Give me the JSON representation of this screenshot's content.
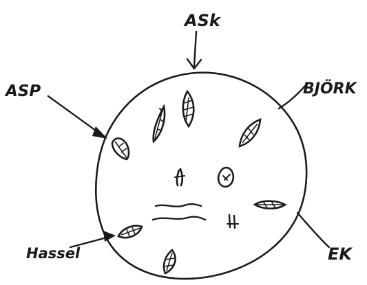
{
  "labels": {
    "ask": "ASk",
    "asp": "ASP",
    "bjork": "BJÖRK",
    "hassel": "Hassel",
    "ek": "EK"
  },
  "colors": {
    "ink": "#1a1a1a",
    "paper": "#ffffff"
  }
}
